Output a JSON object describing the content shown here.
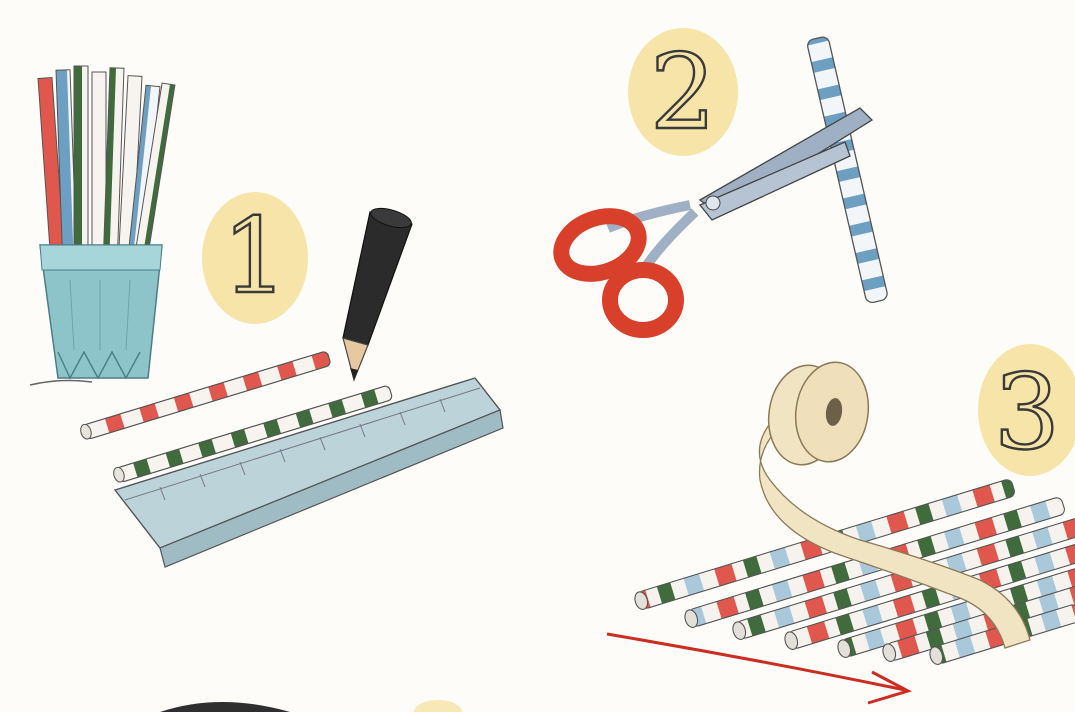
{
  "steps": [
    {
      "number": "1",
      "scene": "pencil-ruler-straws"
    },
    {
      "number": "2",
      "scene": "scissors-cut-straw"
    },
    {
      "number": "3",
      "scene": "tape-straws-together"
    }
  ],
  "colors": {
    "badge_yellow": "#f4df9a",
    "straw_red": "#e0574d",
    "straw_green": "#3f6b3d",
    "straw_blue": "#6d9fc2",
    "cup_teal": "#8cc4c9",
    "scissors_red": "#d8402c",
    "ruler_blue": "#bcd3da",
    "tape": "#f1e4c2",
    "arrow_red": "#cc2d22"
  },
  "icons": [
    "straws-in-cup",
    "pencil-icon",
    "ruler-icon",
    "scissors-icon",
    "tape-roll-icon",
    "arrow-icon"
  ]
}
